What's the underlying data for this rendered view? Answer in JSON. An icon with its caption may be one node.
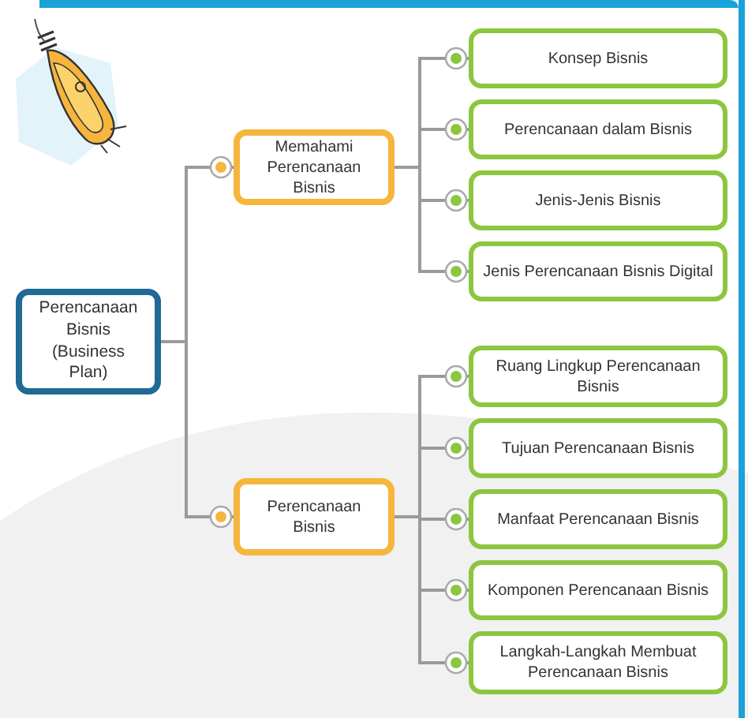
{
  "diagram": {
    "nodes": [
      {
        "text": [
          "Perencanaan Bisnis (Business Plan)"
        ]
      },
      {
        "text": [
          "Memahami Perencanaan Bisnis"
        ]
      },
      {
        "text": [
          "Perencanaan Bisnis"
        ]
      },
      {
        "text": [
          "Konsep Bisnis"
        ]
      },
      {
        "text": [
          "Perencanaan dalam Bisnis"
        ]
      },
      {
        "text": [
          "Jenis-Jenis Bisnis"
        ]
      },
      {
        "text": [
          "Jenis Perencanaan Bisnis Digital"
        ]
      },
      {
        "text": [
          "Ruang Lingkup Perencanaan Bisnis"
        ]
      },
      {
        "text": [
          "Tujuan Perencanaan Bisnis"
        ]
      },
      {
        "text": [
          "Manfaat Perencanaan Bisnis"
        ]
      },
      {
        "text": [
          "Komponen Perencanaan Bisnis"
        ]
      },
      {
        "text": [
          "Langkah-Langkah Membuat Perencanaan Bisnis"
        ]
      }
    ],
    "edges": [
      {
        "from": 0,
        "to": 1,
        "arrow": "other"
      },
      {
        "from": 0,
        "to": 2,
        "arrow": "other"
      },
      {
        "from": 1,
        "to": 3,
        "arrow": "other"
      },
      {
        "from": 1,
        "to": 4,
        "arrow": "other"
      },
      {
        "from": 1,
        "to": 5,
        "arrow": "other"
      },
      {
        "from": 1,
        "to": 6,
        "arrow": "other"
      },
      {
        "from": 2,
        "to": 7,
        "arrow": "other"
      },
      {
        "from": 2,
        "to": 8,
        "arrow": "other"
      },
      {
        "from": 2,
        "to": 9,
        "arrow": "other"
      },
      {
        "from": 2,
        "to": 10,
        "arrow": "other"
      },
      {
        "from": 2,
        "to": 11,
        "arrow": "other"
      }
    ]
  }
}
